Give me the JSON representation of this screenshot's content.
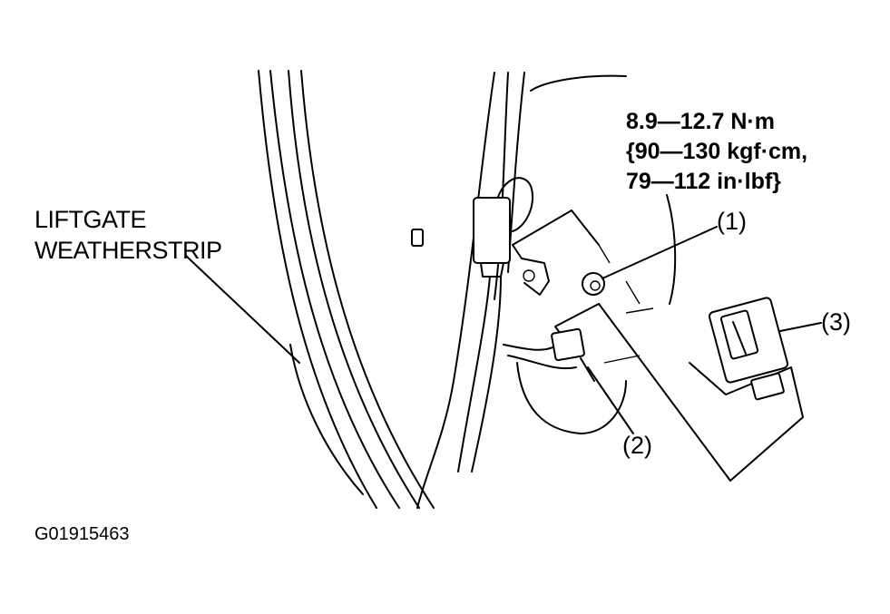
{
  "labels": {
    "weatherstrip_line1": "LIFTGATE",
    "weatherstrip_line2": "WEATHERSTRIP",
    "torque_line1": "8.9—12.7 N·m",
    "torque_line2": "{90—130 kgf·cm,",
    "torque_line3": "79—112 in·lbf}",
    "callout_1": "1",
    "callout_2": "2",
    "callout_3": "3",
    "figure_id": "G01915463"
  }
}
